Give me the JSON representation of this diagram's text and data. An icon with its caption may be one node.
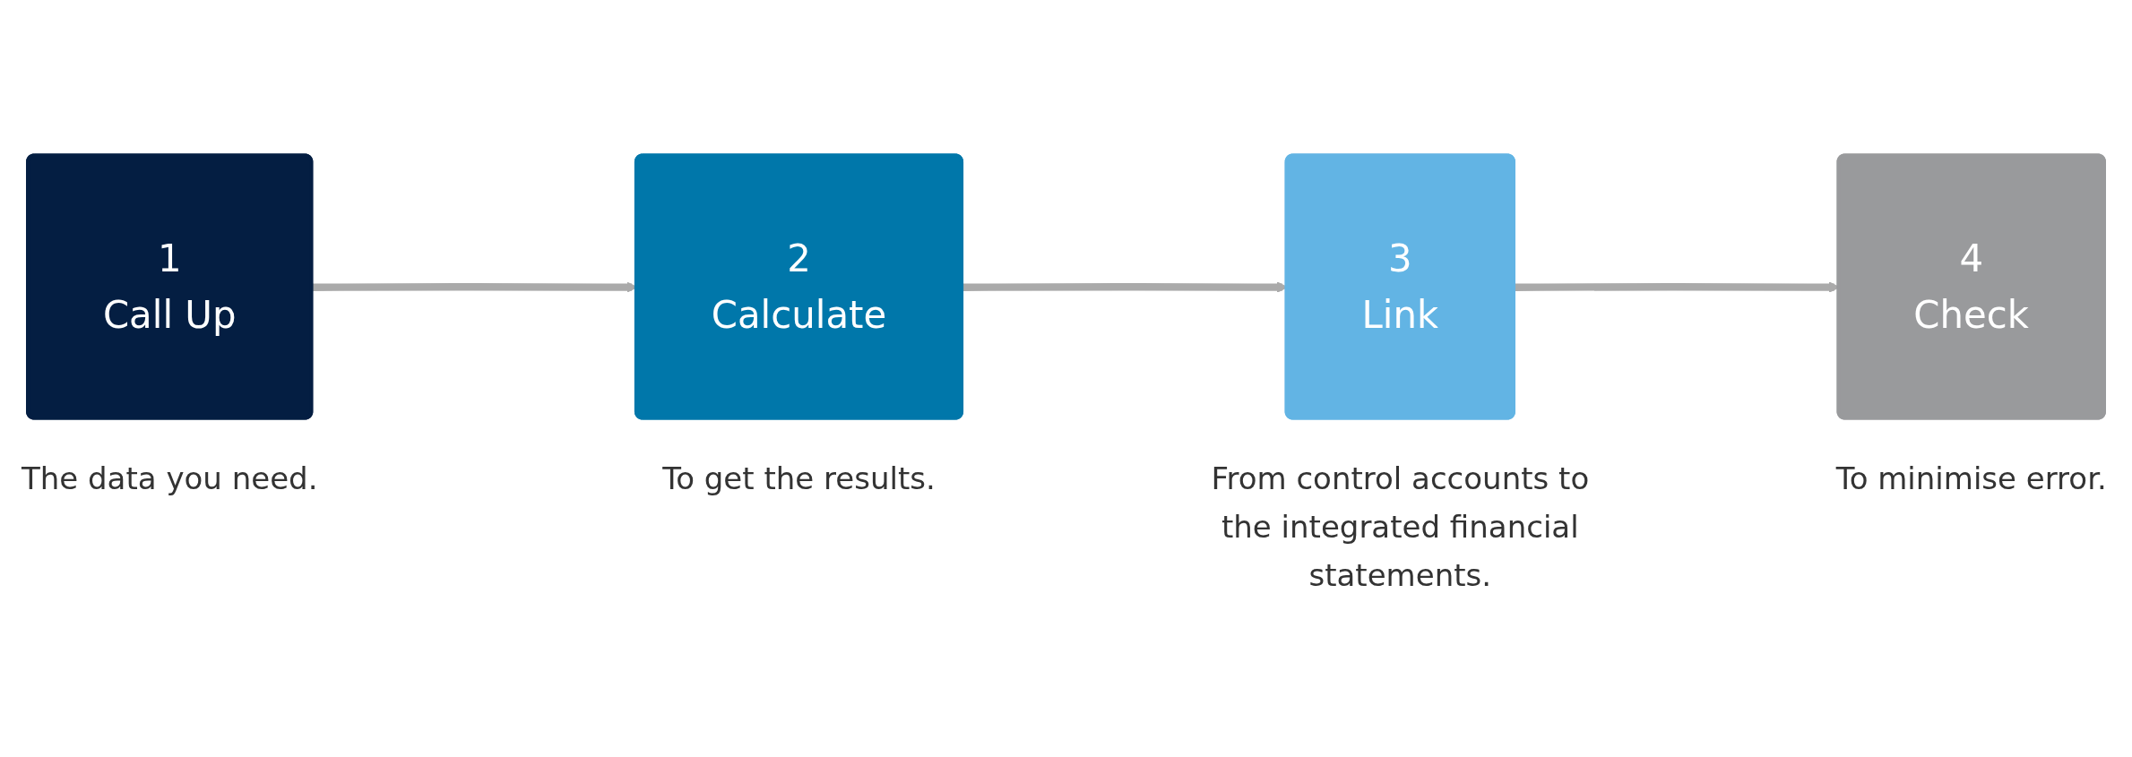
{
  "diagram": {
    "nodes": [
      {
        "text": [
          "1",
          "Call Up"
        ],
        "beside": [
          "The data you need."
        ]
      },
      {
        "text": [
          "2",
          "Calculate"
        ],
        "beside": [
          "To get the results."
        ]
      },
      {
        "text": [
          "3",
          "Link"
        ],
        "beside": [
          "From control accounts to the integrated financial statements."
        ]
      },
      {
        "text": [
          "4",
          "Check"
        ],
        "beside": [
          "To minimise error."
        ]
      }
    ],
    "edges": [
      {
        "from": 0,
        "to": 1,
        "arrow": "to",
        "color": "#aaaaaa"
      },
      {
        "from": 1,
        "to": 2,
        "arrow": "to",
        "color": "#aaaaaa"
      },
      {
        "from": 2,
        "to": 3,
        "arrow": "to",
        "color": "#aaaaaa"
      }
    ]
  }
}
